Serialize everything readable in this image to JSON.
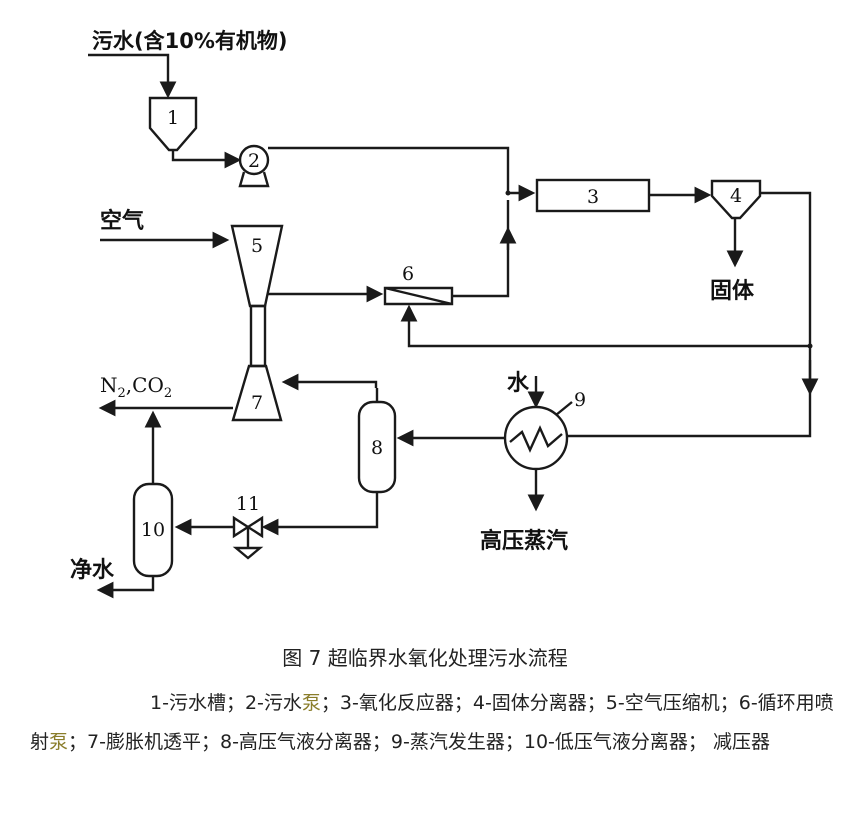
{
  "diagram": {
    "inputs": {
      "wastewater": "污水(含10%有机物)",
      "air": "空气",
      "water": "水"
    },
    "outputs": {
      "solids": "固体",
      "steam": "高压蒸汽",
      "clean_water": "净水",
      "gas_n2": "N",
      "gas_n2_sub": "2",
      "gas_sep": ",CO",
      "gas_co2_sub": "2"
    },
    "equipment_numbers": {
      "n1": "1",
      "n2": "2",
      "n3": "3",
      "n4": "4",
      "n5": "5",
      "n6": "6",
      "n7": "7",
      "n8": "8",
      "n9": "9",
      "n10": "10",
      "n11": "11"
    }
  },
  "caption": "图 7 超临界水氧化处理污水流程",
  "legend": {
    "items": [
      "1-污水槽；2-污水",
      "泵",
      "；3-氧化反应器；4-固体分离器；5-空气压缩机；6-循环用喷射",
      "泵",
      "；7-膨胀机透平；8-高压气液分离器；9-蒸汽发生器；10-低压气液分离器；  减压器"
    ]
  },
  "colors": {
    "line": "#1a1a1a",
    "highlight": "#8a7d2a"
  }
}
